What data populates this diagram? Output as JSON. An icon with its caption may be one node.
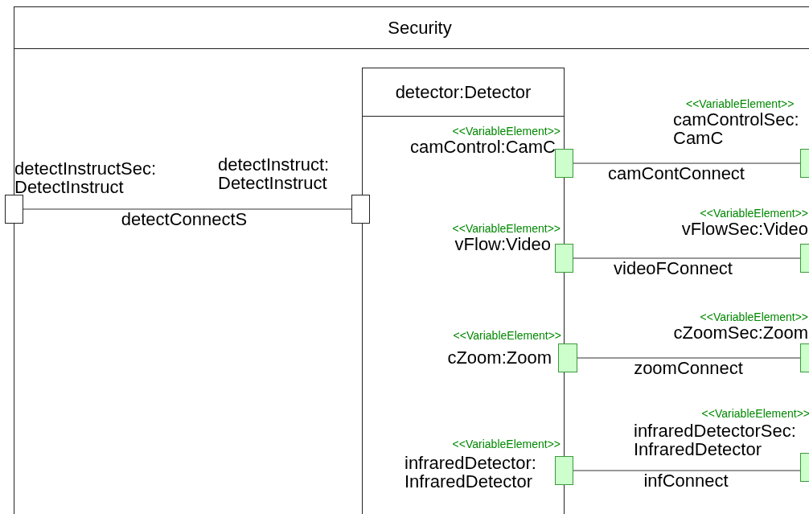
{
  "diagram": {
    "nodes": [
      {
        "text": [
          "Security"
        ]
      },
      {
        "text": [
          "detector:Detector"
        ],
        "in": 0
      },
      {
        "text": [
          "detectInstructSec: DetectInstruct"
        ]
      },
      {
        "text": [
          "detectInstruct: DetectInstruct"
        ],
        "in": 0
      },
      {
        "text": [
          "<<VariableElement>>",
          "camControl:CamC"
        ],
        "in": 0
      },
      {
        "text": [
          "<<VariableElement>>",
          "camControlSec: CamC"
        ],
        "in": 0
      },
      {
        "text": [
          "<<VariableElement>>",
          "vFlow:Video"
        ],
        "in": 0
      },
      {
        "text": [
          "<<VariableElement>>",
          "vFlowSec:Video"
        ],
        "in": 0
      },
      {
        "text": [
          "<<VariableElement>>",
          "cZoom:Zoom"
        ],
        "in": 0
      },
      {
        "text": [
          "<<VariableElement>>",
          "cZoomSec:Zoom"
        ],
        "in": 0
      },
      {
        "text": [
          "<<VariableElement>>",
          "infraredDetector: InfraredDetector"
        ],
        "in": 0
      },
      {
        "text": [
          "<<VariableElement>>",
          "infraredDetectorSec: InfraredDetector"
        ],
        "in": 0
      }
    ],
    "edges": [
      {
        "from": 2,
        "to": 3,
        "arrow": "none",
        "label": "detectConnectS"
      },
      {
        "from": 4,
        "to": 5,
        "arrow": "none",
        "label": "camContConnect"
      },
      {
        "from": 6,
        "to": 7,
        "arrow": "none",
        "label": "videoFConnect"
      },
      {
        "from": 8,
        "to": 9,
        "arrow": "none",
        "label": "zoomConnect"
      },
      {
        "from": 10,
        "to": 11,
        "arrow": "none",
        "label": "infConnect"
      }
    ]
  }
}
